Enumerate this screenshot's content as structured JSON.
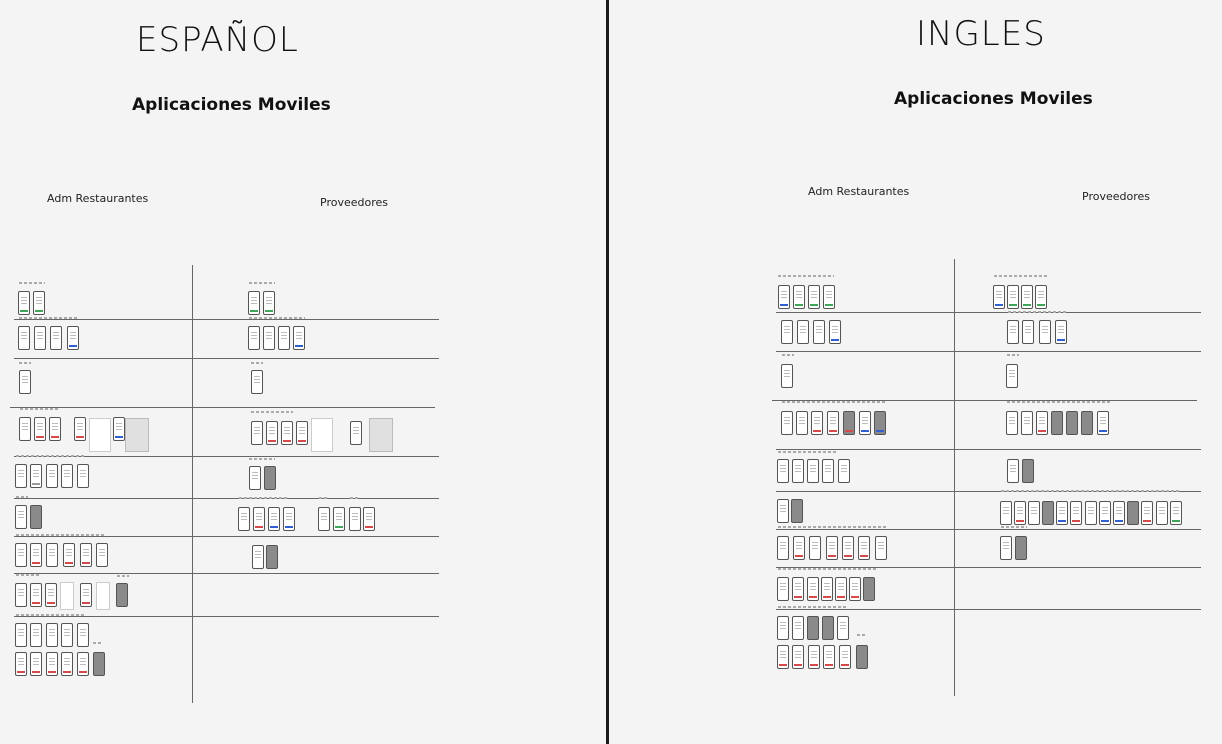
{
  "left": {
    "title": "ESPAÑOL",
    "subtitle": "Aplicaciones Moviles",
    "col_a": "Adm Restaurantes",
    "col_b": "Proveedores"
  },
  "right": {
    "title": "INGLES",
    "subtitle": "Aplicaciones Moviles",
    "col_a": "Adm Restaurantes",
    "col_b": "Proveedores"
  },
  "colors": {
    "background": "#f4f4f4",
    "divider": "#1a1a1a",
    "accent_blue": "#2f5fd0",
    "accent_red": "#d24a4a",
    "accent_green": "#3ea55a"
  }
}
